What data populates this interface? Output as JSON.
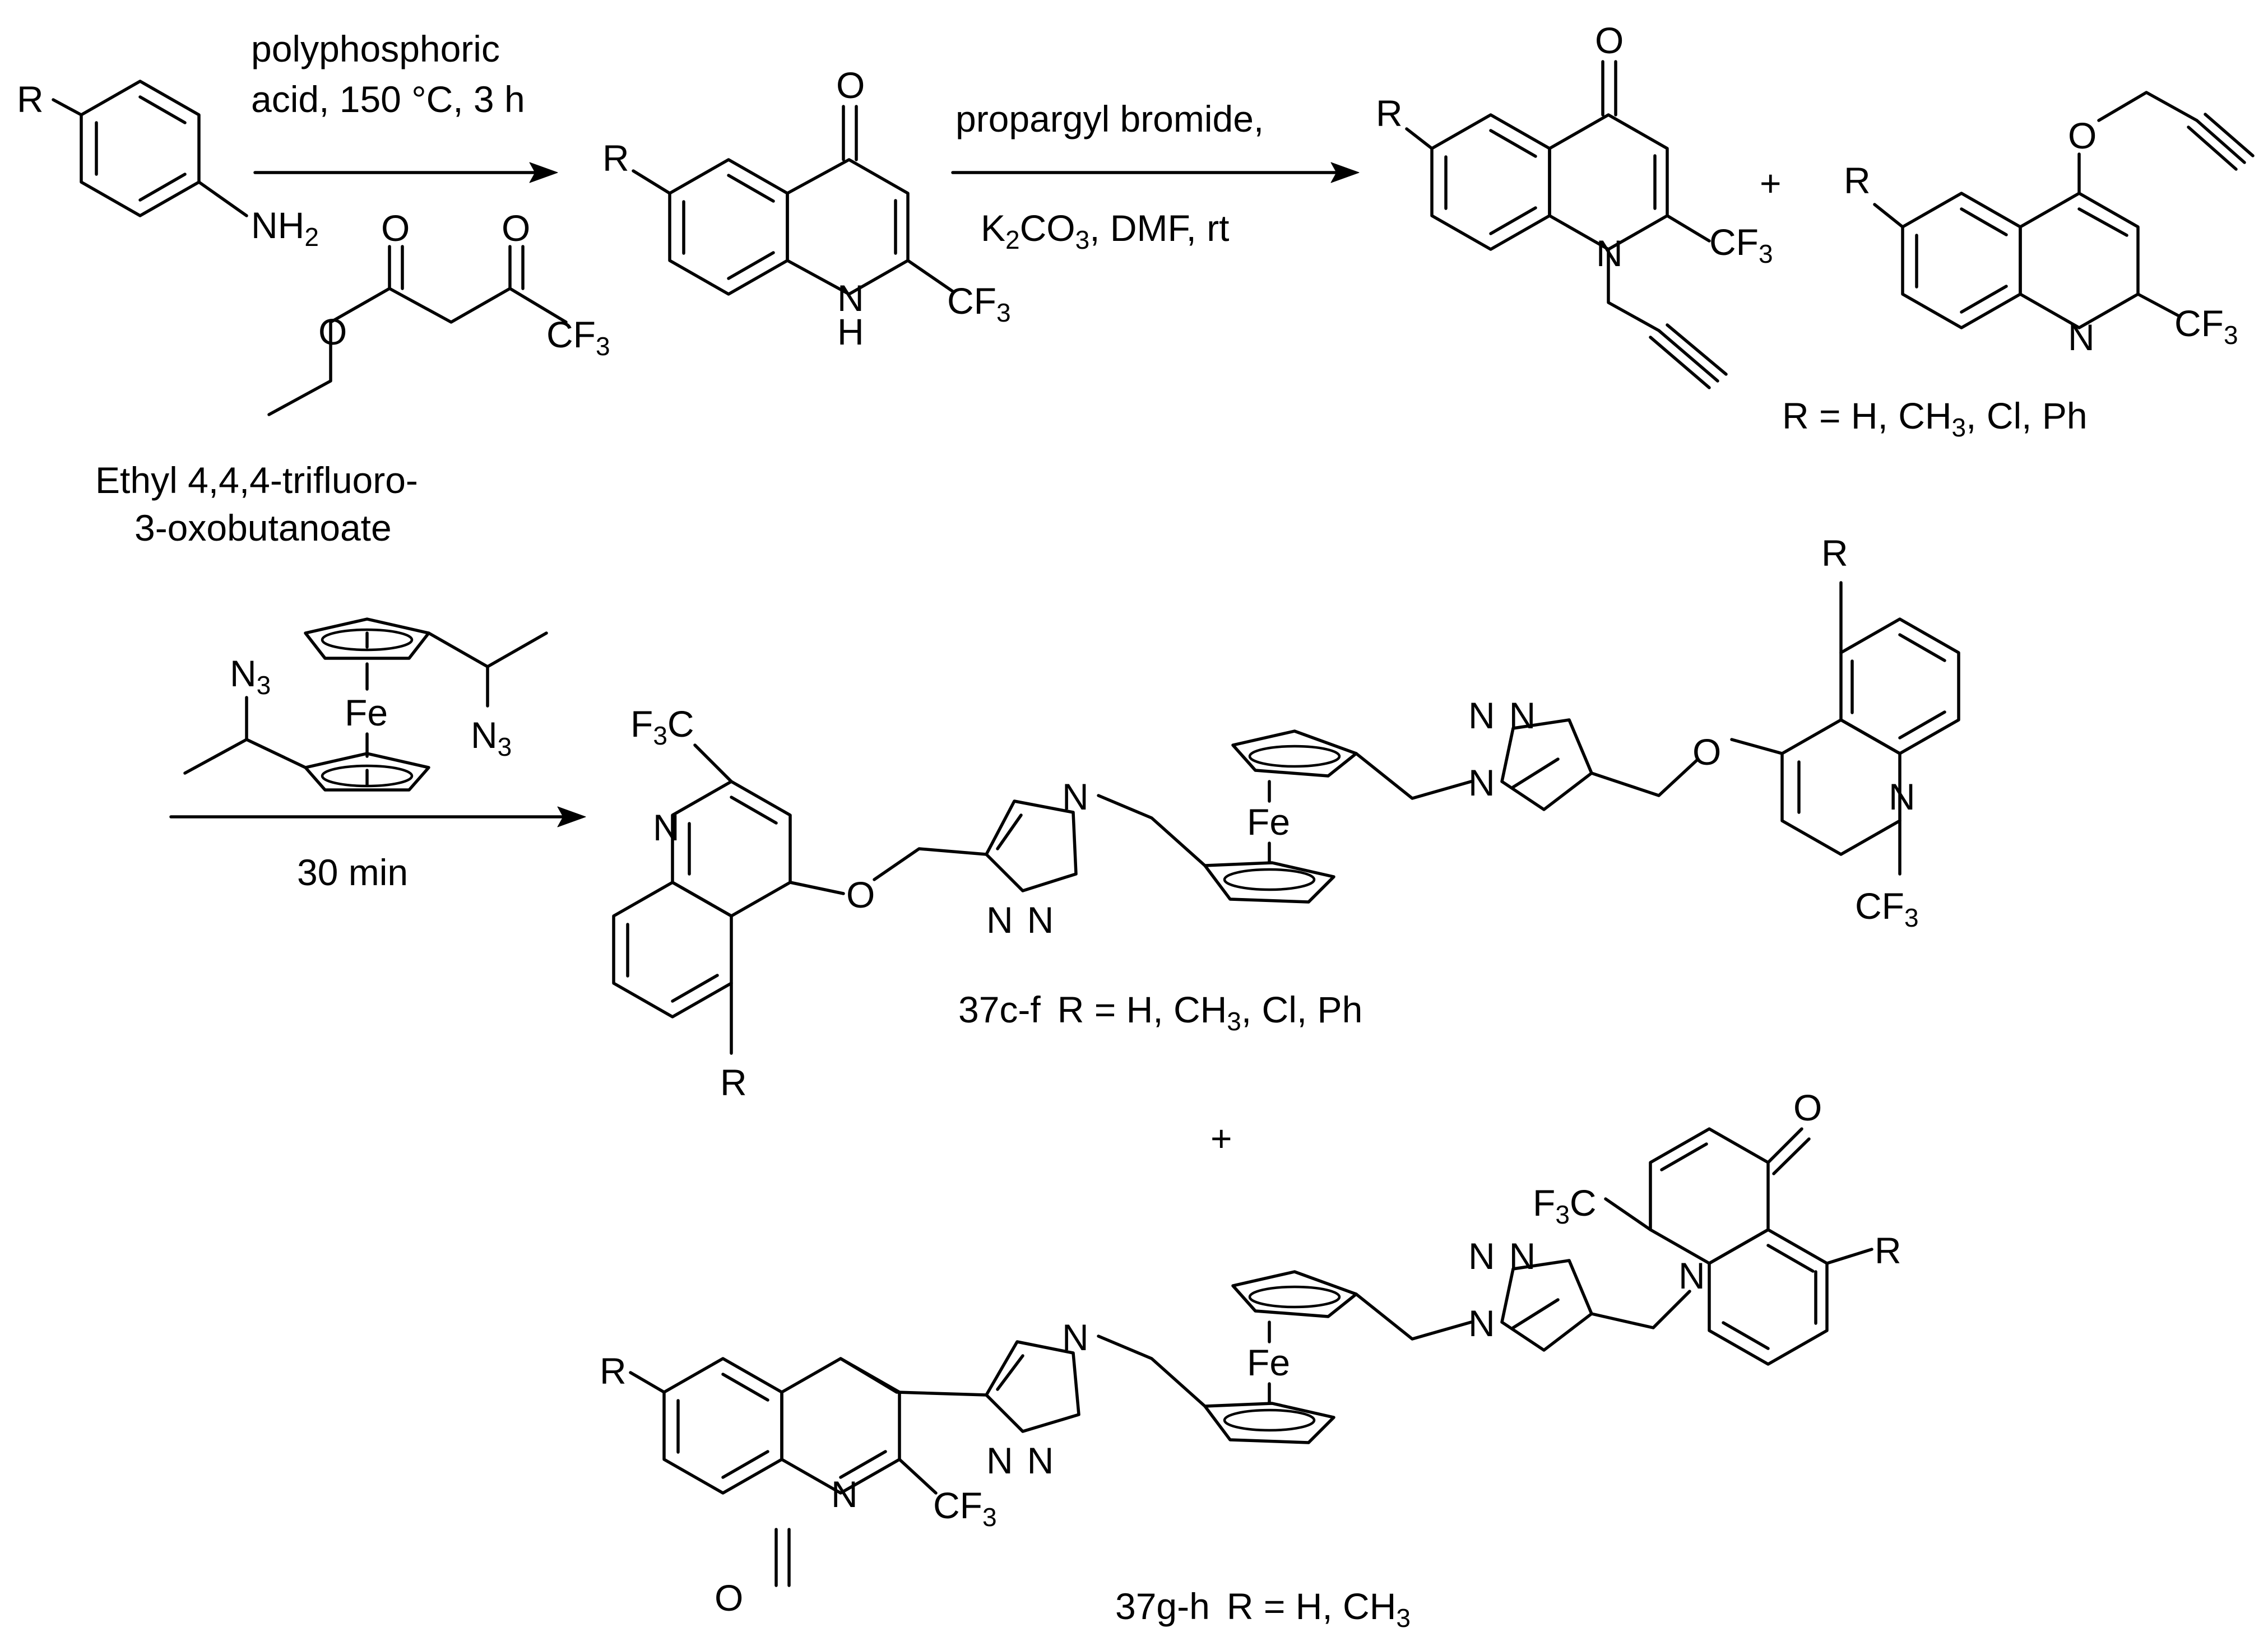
{
  "step1": {
    "reagent_line1": "polyphosphoric",
    "reagent_line2": "acid, 150 °C, 3 h",
    "ester_name_line1": "Ethyl 4,4,4-trifluoro-",
    "ester_name_line2": "3-oxobutanoate"
  },
  "step2": {
    "reagent_line1": "propargyl bromide,",
    "reagent_line2_k": "K",
    "reagent_line2_sub1": "2",
    "reagent_line2_co": "CO",
    "reagent_line2_sub2": "3",
    "reagent_line2_rest": ", DMF,  rt"
  },
  "step3": {
    "time": "30 min"
  },
  "substituents": {
    "r_line": "R = H, CH",
    "r_line_sub": "3",
    "r_line_rest": ", Cl, Ph"
  },
  "products": {
    "p1_label": "37c-f",
    "p1_r": "R = H, CH",
    "p1_r_sub": "3",
    "p1_r_rest": ", Cl, Ph",
    "p2_label": "37g-h",
    "p2_r": "R = H, CH",
    "p2_r_sub": "3",
    "plus": "+"
  },
  "atoms": {
    "R": "R",
    "O": "O",
    "N": "N",
    "H": "H",
    "NH": "NH",
    "two": "2",
    "CF": "CF",
    "three": "3",
    "F": "F",
    "C": "C",
    "Fe": "Fe",
    "N3_N": "N"
  }
}
